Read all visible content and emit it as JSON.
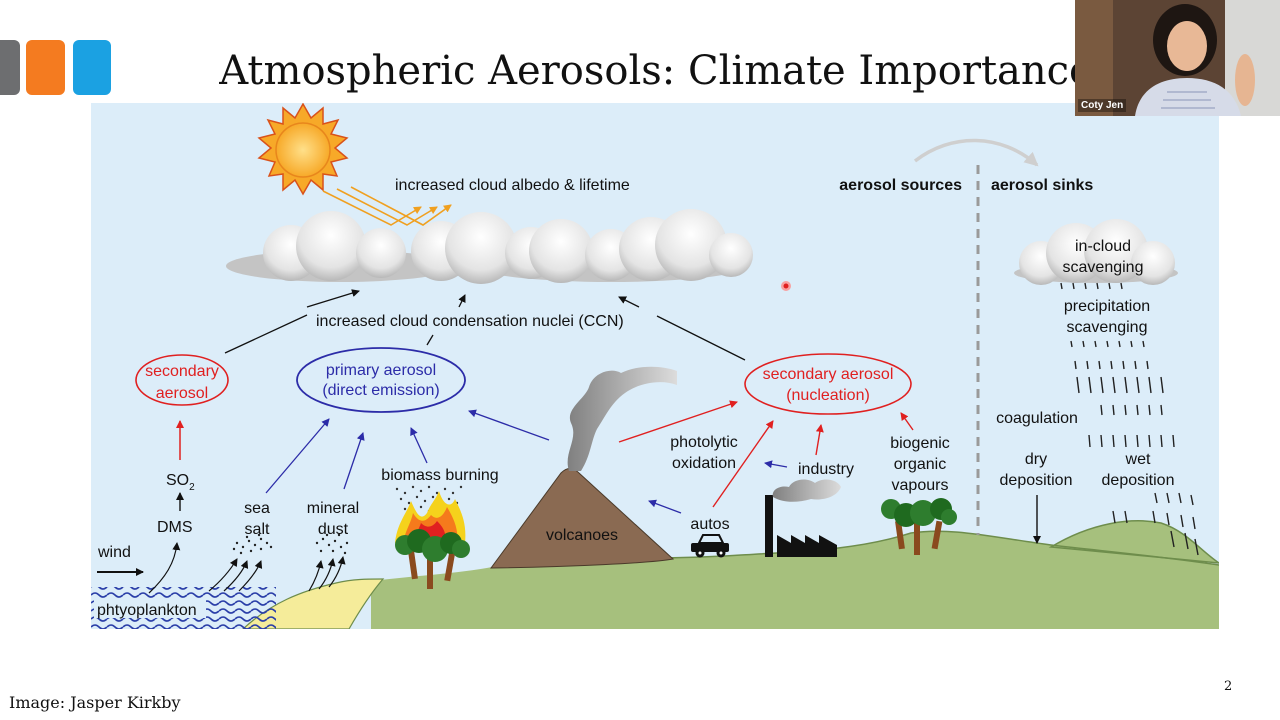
{
  "slide": {
    "title": "Atmospheric Aerosols: Climate Importance",
    "caption": "Image: Jasper Kirkby",
    "page_number": "2"
  },
  "logo": {
    "colors": [
      "#6d6e70",
      "#f47b20",
      "#1ba1e2"
    ]
  },
  "video": {
    "participant_name": "Coty Jen"
  },
  "diagram": {
    "albedo_label": "increased cloud albedo & lifetime",
    "ccn_label": "increased cloud condensation nuclei (CCN)",
    "secondary_aerosol": {
      "line1": "secondary",
      "line2": "aerosol"
    },
    "primary_aerosol": {
      "line1": "primary aerosol",
      "line2": "(direct emission)"
    },
    "nucleation": {
      "line1": "secondary aerosol",
      "line2": "(nucleation)"
    },
    "so2": {
      "main": "SO",
      "sub": "2"
    },
    "dms": "DMS",
    "wind": "wind",
    "phytoplankton": "phtyoplankton",
    "sea_salt": {
      "line1": "sea",
      "line2": "salt"
    },
    "mineral_dust": {
      "line1": "mineral",
      "line2": "dust"
    },
    "biomass_burning": "biomass burning",
    "volcanoes": "volcanoes",
    "photolytic_oxidation": {
      "line1": "photolytic",
      "line2": "oxidation"
    },
    "industry": "industry",
    "autos": "autos",
    "biogenic": {
      "line1": "biogenic",
      "line2": "organic",
      "line3": "vapours"
    },
    "aerosol_sources": "aerosol sources",
    "aerosol_sinks": "aerosol sinks",
    "in_cloud": {
      "line1": "in-cloud",
      "line2": "scavenging"
    },
    "precipitation": {
      "line1": "precipitation",
      "line2": "scavenging"
    },
    "coagulation": "coagulation",
    "dry_deposition": {
      "line1": "dry",
      "line2": "deposition"
    },
    "wet_deposition": {
      "line1": "wet",
      "line2": "deposition"
    }
  },
  "colors": {
    "sky": "#dcedf9",
    "ground": "#a6c07d",
    "red_label": "#e02020",
    "blue_label": "#2c2ca8",
    "grey_label": "#9a9a9a"
  }
}
